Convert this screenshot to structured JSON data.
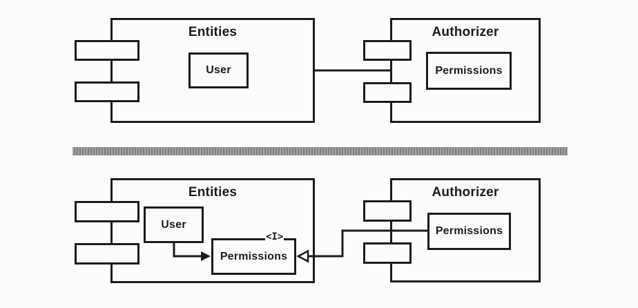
{
  "colors": {
    "background": "#fcfcfc",
    "line": "#1b1b1b",
    "separator_bar": "#8d8d8d"
  },
  "top_diagram": {
    "entities": {
      "title": "Entities",
      "user_box": "User"
    },
    "authorizer": {
      "title": "Authorizer",
      "permissions_box": "Permissions"
    }
  },
  "bottom_diagram": {
    "entities": {
      "title": "Entities",
      "user_box": "User",
      "permissions_box": "Permissions",
      "interface_label": "<I>"
    },
    "authorizer": {
      "title": "Authorizer",
      "permissions_box": "Permissions"
    }
  }
}
